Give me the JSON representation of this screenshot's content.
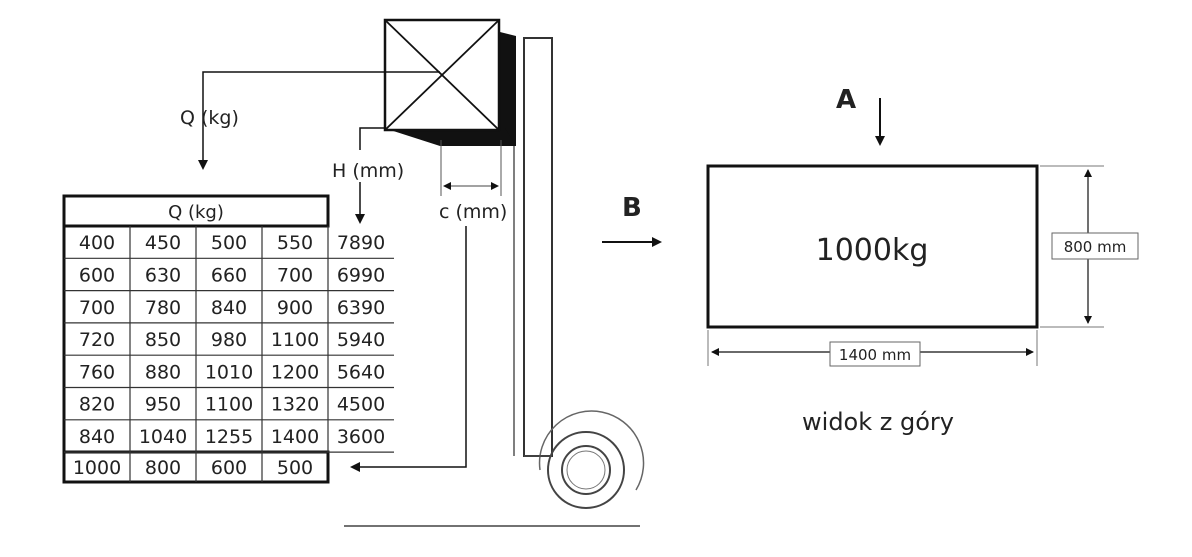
{
  "labels": {
    "q_kg": "Q (kg)",
    "h_mm": "H (mm)",
    "c_mm": "c (mm)",
    "a": "A",
    "b": "B",
    "load": "1000kg",
    "width_dim": "800 mm",
    "length_dim": "1400 mm",
    "caption": "widok z góry"
  },
  "table": {
    "header": "Q (kg)",
    "rows": [
      [
        "400",
        "450",
        "500",
        "550",
        "7890"
      ],
      [
        "600",
        "630",
        "660",
        "700",
        "6990"
      ],
      [
        "700",
        "780",
        "840",
        "900",
        "6390"
      ],
      [
        "720",
        "850",
        "980",
        "1100",
        "5940"
      ],
      [
        "760",
        "880",
        "1010",
        "1200",
        "5640"
      ],
      [
        "820",
        "950",
        "1100",
        "1320",
        "4500"
      ],
      [
        "840",
        "1040",
        "1255",
        "1400",
        "3600"
      ]
    ],
    "footer": [
      "1000",
      "800",
      "600",
      "500"
    ]
  }
}
